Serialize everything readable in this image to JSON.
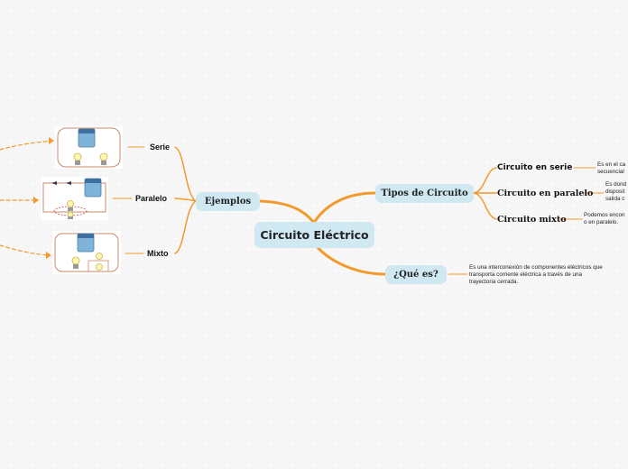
{
  "root": {
    "label": "Circuito Eléctrico"
  },
  "ejemplos": {
    "label": "Ejemplos",
    "children": [
      {
        "label": "Serie",
        "image_icon": "series-circuit-illustration-icon"
      },
      {
        "label": "Paralelo",
        "image_icon": "parallel-circuit-illustration-icon"
      },
      {
        "label": "Mixto",
        "image_icon": "mixed-circuit-illustration-icon"
      }
    ]
  },
  "tipos": {
    "label": "Tipos de Circuito",
    "children": [
      {
        "label": "Circuito en serie",
        "note": "Es en el ca\nsecuencial"
      },
      {
        "label": "Circuito en paralelo",
        "note": "Es dond\ndisposit\nsalida c"
      },
      {
        "label": "Circuito mixto",
        "note": "Podemos encon\no en paralelo."
      }
    ]
  },
  "que_es": {
    "label": "¿Qué es?",
    "note": "Es una interconexión de componentes eléctricos que\ntransporta corriente eléctrica a través de una\ntrayectoria cerrada."
  },
  "colors": {
    "connector": "#f29a2e",
    "node_fill": "#cfe8f2",
    "background": "#f7f7f7"
  }
}
